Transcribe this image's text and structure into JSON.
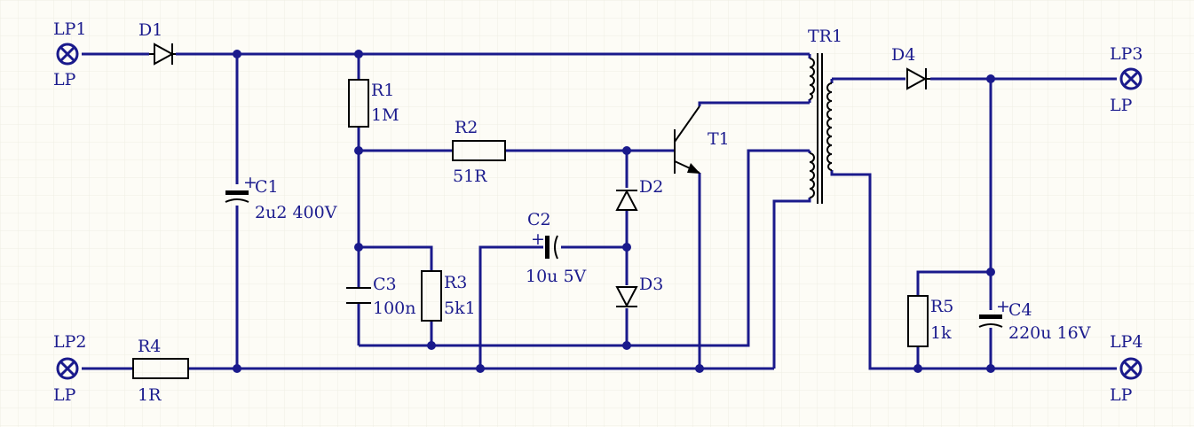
{
  "colors": {
    "wire": "#1a1a8c",
    "text": "#1c1c8e",
    "component": "#000000",
    "background": "#fdfcf6",
    "grid": "#efeee4"
  },
  "connectors": [
    {
      "ref": "LP1",
      "value": "LP"
    },
    {
      "ref": "LP2",
      "value": "LP"
    },
    {
      "ref": "LP3",
      "value": "LP"
    },
    {
      "ref": "LP4",
      "value": "LP"
    }
  ],
  "components": {
    "D1": {
      "ref": "D1"
    },
    "D2": {
      "ref": "D2"
    },
    "D3": {
      "ref": "D3"
    },
    "D4": {
      "ref": "D4"
    },
    "R1": {
      "ref": "R1",
      "value": "1M"
    },
    "R2": {
      "ref": "R2",
      "value": "51R"
    },
    "R3": {
      "ref": "R3",
      "value": "5k1"
    },
    "R4": {
      "ref": "R4",
      "value": "1R"
    },
    "R5": {
      "ref": "R5",
      "value": "1k"
    },
    "C1": {
      "ref": "C1",
      "value": "2u2 400V"
    },
    "C2": {
      "ref": "C2",
      "value": "10u 5V"
    },
    "C3": {
      "ref": "C3",
      "value": "100n"
    },
    "C4": {
      "ref": "C4",
      "value": "220u 16V"
    },
    "T1": {
      "ref": "T1"
    },
    "TR1": {
      "ref": "TR1"
    }
  },
  "polarity_mark": "+"
}
